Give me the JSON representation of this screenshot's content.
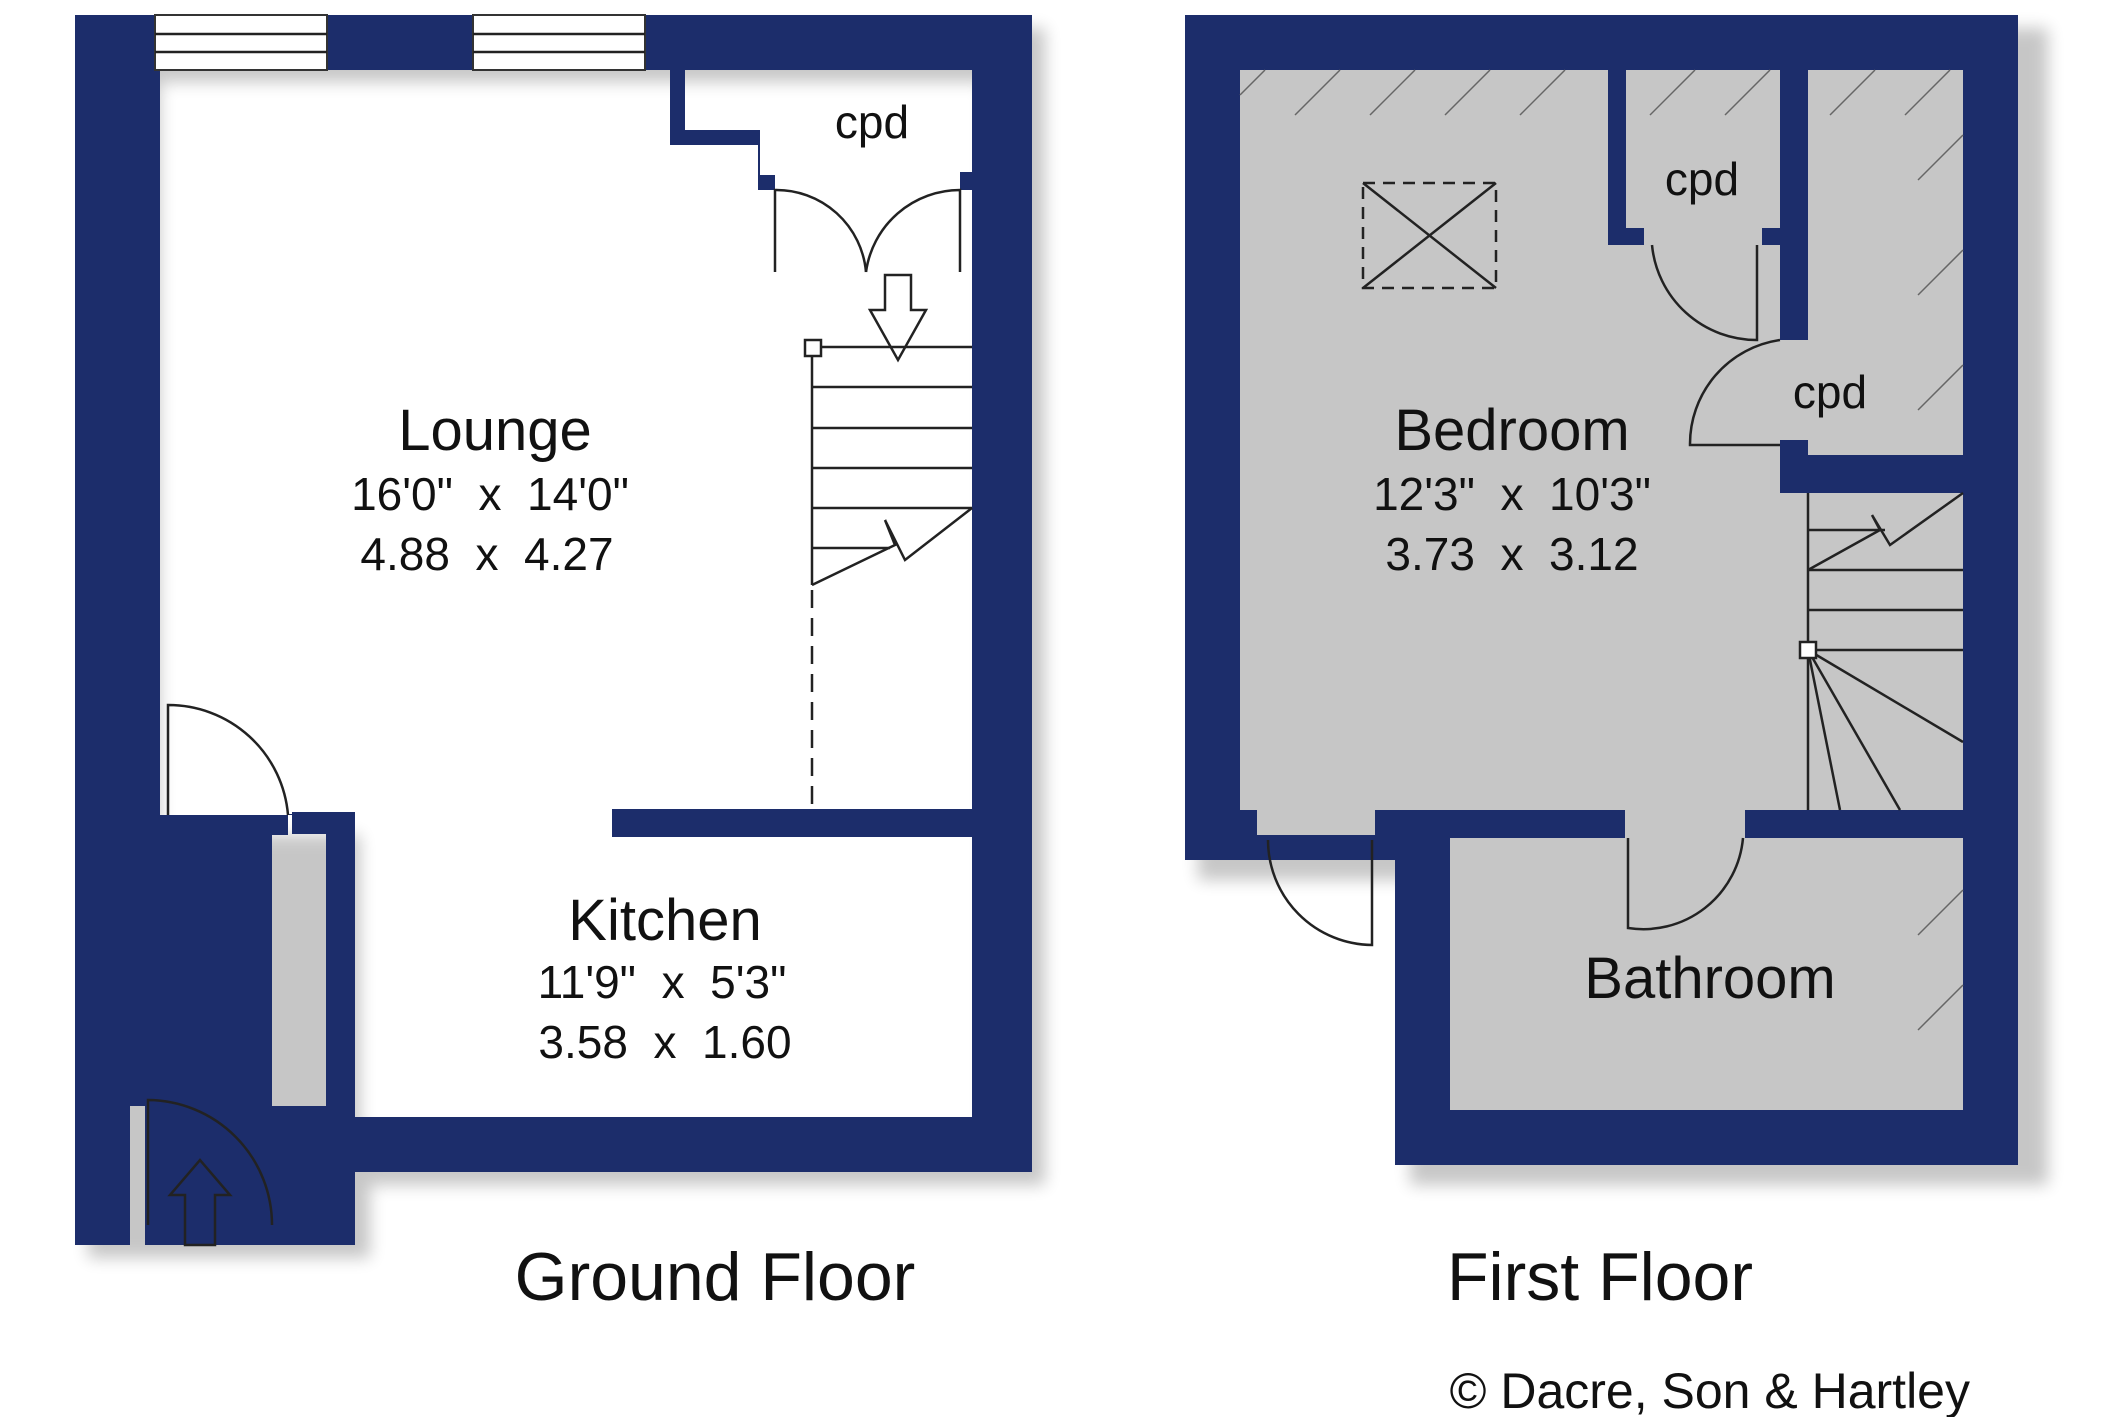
{
  "floors": [
    {
      "name": "Ground Floor"
    },
    {
      "name": "First Floor"
    }
  ],
  "rooms": {
    "lounge": {
      "name": "Lounge",
      "imperial": "16'0\"  x  14'0\"",
      "metric": "4.88  x  4.27"
    },
    "kitchen": {
      "name": "Kitchen",
      "imperial": "11'9\"  x  5'3\"",
      "metric": "3.58  x  1.60"
    },
    "bedroom": {
      "name": "Bedroom",
      "imperial": "12'3\"  x  10'3\"",
      "metric": "3.73  x  3.12"
    },
    "bathroom": {
      "name": "Bathroom"
    }
  },
  "cupboards": {
    "ground": "cpd",
    "first_a": "cpd",
    "first_b": "cpd"
  },
  "copyright": "© Dacre, Son & Hartley",
  "colors": {
    "wall": "#1c2d6b"
  }
}
